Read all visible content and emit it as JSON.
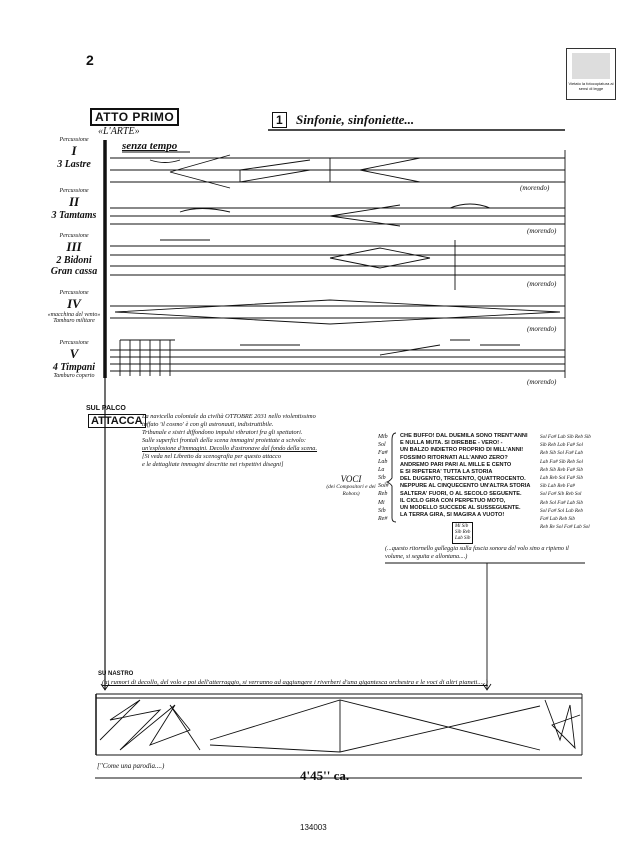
{
  "page_number": "2",
  "logo_text": "Vietato la fotocopiatura ai sensi di legge",
  "header": {
    "act": "ATTO PRIMO",
    "subtitle": "«L'ARTE»",
    "tempo": "senza tempo",
    "section_number": "1",
    "section_title": "Sinfonie, sinfoniette..."
  },
  "instruments": [
    {
      "group": "Percussione",
      "roman": "I",
      "name": "3 Lastre"
    },
    {
      "group": "Percussione",
      "roman": "II",
      "name": "3 Tamtams"
    },
    {
      "group": "Percussione",
      "roman": "III",
      "name": "2 Bidoni",
      "name2": "Gran cassa"
    },
    {
      "group": "Percussione",
      "roman": "IV",
      "name": "«macchina del vento»",
      "name2": "Tamburo militare"
    },
    {
      "group": "Percussione",
      "roman": "V",
      "name": "4 Timpani",
      "name2": "Tamburo coperto"
    }
  ],
  "dynamic_marking": "(morendo)",
  "sul_palco": "SUL PALCO",
  "attacca": "ATTACCA",
  "stage_directions": [
    "La navicella coloniale da civiltà OTTOBRE 2031 nello violentissimo",
    "tuffato 'il cosmo' è con gli astronauti, indistruttibile.",
    "Tribunale e sistri diffondono impulsi vibratori fra gli spettatori.",
    "Sulle superfici frontali della scena immagini proiettate a scivolo:",
    "un'esplosione d'immagini. Decollo d'astronave dal fondo della scena.",
    "[Si veda nel Libretto da scenografia per questo attacco",
    "e le dettagliate immagini descritte nei rispettivi disegni]"
  ],
  "voices": {
    "label": "VOCI",
    "detail": "(dei Compositori e dei Robots)"
  },
  "pitches": [
    "Mib",
    "Sol",
    "Fa#",
    "Lab",
    "La",
    "Sib",
    "Sol#",
    "Reb",
    "Mi",
    "Sib",
    "Re#"
  ],
  "lyrics": [
    "CHE BUFFO! DAL DUEMILA SONO TRENT'ANNI",
    "E NULLA MUTA. SI DIREBBE - VERO! -",
    "UN BALZO INDIETRO PROPRIO DI MILL'ANNI!",
    "FOSSIMO RITORNATI ALL'ANNO ZERO?",
    "ANDREMO PARI PARI AL MILLE E CENTO",
    "E SI RIPETERA' TUTTA LA STORIA",
    "DEL DUGENTO, TRECENTO, QUATTROCENTO.",
    "NEPPURE AL CINQUECENTO UN'ALTRA STORIA",
    "SALTERA' FUORI, O AL SECOLO SEGUENTE.",
    "IL CICLO GIRA CON PERPETUO MOTO,",
    "UN MODELLO SUCCEDE AL SUSSEGUENTE.",
    "LA TERRA GIRA, SI MAGIRA A VUOTO!"
  ],
  "pitch_grid": [
    "Sol Fa# Lab Sib Reb Sib",
    "Sib Reb Lab Fa# Sol",
    "Reb Sib Sol Fa# Lab",
    "Lab Fa# Sib Reb Sol",
    "Reb Sib Reb Fa# Sib",
    "Lab Reb Sol Fa# Sib",
    "Sib Lab Reb Fa#",
    "Sol Fa# Sib Reb Sol",
    "Reb Sol Fa# Lab Sib",
    "Sol Fa# Sol Lab Reb",
    "Fa# Lab Reb Sib",
    "Reb Re Sol Fa# Lab Sol"
  ],
  "pitch_box": [
    "Mi Sib",
    "Sib Reb",
    "Lab Sib"
  ],
  "ritornello": "(...questo ritornello galleggia sulla fascia sonora del volo sino a ripieno il volume, si seguita e allontana....)",
  "tape": {
    "label": "SU NASTRO",
    "text": "(ai rumori di decollo, del volo e poi dell'atterraggio, si verranno ad aggiungere i riverberi d'una gigantesca orchestra e le voci di altri pianeti.....)"
  },
  "parodia": "[''Come una parodia....)",
  "duration": "4'45'' ca.",
  "catalog_number": "134003"
}
